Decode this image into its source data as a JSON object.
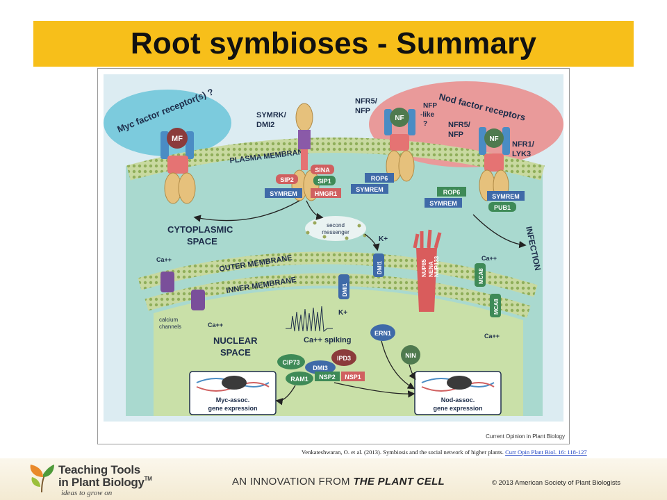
{
  "slide": {
    "title": "Root symbioses - Summary"
  },
  "figure": {
    "myc_receptor_label": "Myc factor receptor(s) ?",
    "nod_receptor_label": "Nod factor receptors",
    "mf": "MF",
    "nf": "NF",
    "symrk": "SYMRK/",
    "dmi2": "DMI2",
    "nfr5_a": "NFR5/",
    "nfp_a": "NFP",
    "nfp_like_1": "NFP",
    "nfp_like_2": "-like",
    "nfp_like_3": "?",
    "nfr5_b": "NFR5/",
    "nfp_b": "NFP",
    "nfr1": "NFR1/",
    "lyk3": "LYK3",
    "plasma_membrane": "PLASMA MEMBRANE",
    "sip2": "SIP2",
    "sina": "SINA",
    "sip1": "SIP1",
    "symrem": "SYMREM",
    "hmgr1": "HMGR1",
    "rop6": "ROP6",
    "pub1": "PUB1",
    "cytoplasmic_1": "CYTOPLASMIC",
    "cytoplasmic_2": "SPACE",
    "second_1": "second",
    "second_2": "messenger",
    "kplus": "K+",
    "infection": "INFECTION",
    "ca": "Ca++",
    "outer_membrane": "OUTER MEMBRANE",
    "inner_membrane": "INNER MEMBRANE",
    "dmi1": "DMI1",
    "nup85": "NUP85",
    "nena": "NENA",
    "nup133": "NUP133",
    "mca8": "MCA8",
    "calcium_1": "calcium",
    "calcium_2": "channels",
    "ca_spiking": "Ca++ spiking",
    "nuclear_1": "NUCLEAR",
    "nuclear_2": "SPACE",
    "ern1": "ERN1",
    "nin": "NIN",
    "cip73": "CIP73",
    "ipd3": "IPD3",
    "dmi3": "DMI3",
    "ram1": "RAM1",
    "nsp2": "NSP2",
    "nsp1": "NSP1",
    "myc_expr_1": "Myc-assoc.",
    "myc_expr_2": "gene expression",
    "nod_expr_1": "Nod-assoc.",
    "nod_expr_2": "gene expression",
    "journal": "Current Opinion in Plant Biology"
  },
  "citation": {
    "text": "Venkateshwaran, O. et al. (2013). Symbiosis and the social network of higher plants. ",
    "link": "Curr Opin Plant Biol. 16: 118-127"
  },
  "footer": {
    "brand_1": "Teaching Tools",
    "brand_2": "in Plant Biology",
    "brand_tm": "TM",
    "tagline": "ideas to grow on",
    "innovation_prefix": "AN INNOVATION FROM ",
    "innovation_brand": "THE PLANT CELL",
    "copyright": "© 2013 American Society of Plant Biologists"
  },
  "colors": {
    "title_bar": "#f7bf1a",
    "myc_blob": "#7ccbdd",
    "nod_blob": "#e99a9a",
    "cytoplasm": "#a9d9cf",
    "nucleus": "#c9e0a8",
    "membrane": "#c8d9a0",
    "kinase": "#e6c17c",
    "receptor": "#4a8cc4",
    "purple": "#8a5aa8",
    "symrem": "#3f6aa8",
    "green_protein": "#3e8a57",
    "red_protein": "#d06060"
  }
}
